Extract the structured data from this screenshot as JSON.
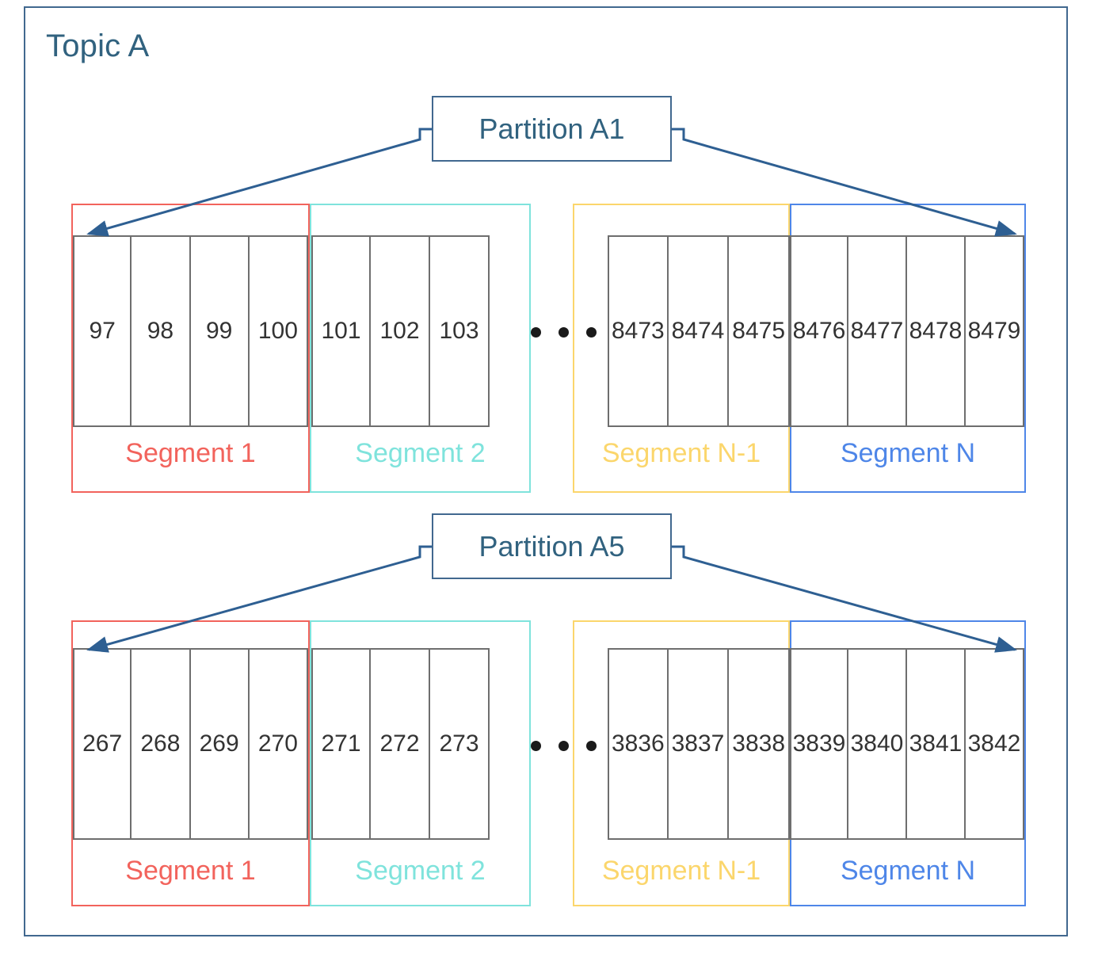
{
  "topic": {
    "title": "Topic A",
    "border_color": "#41688f",
    "title_color": "#31627f"
  },
  "colors": {
    "segment_1": "#f2635c",
    "segment_2": "#7fe3dc",
    "segment_n_minus_1": "#fbd66c",
    "segment_n": "#4e86e8",
    "cell_border": "#6e6e6e",
    "cell_text": "#333333",
    "connector": "#2e5f92",
    "dot": "#1a1a1a"
  },
  "ellipsis": {
    "dots": 3
  },
  "partitions": [
    {
      "label": "Partition A1",
      "segments": [
        {
          "name": "Segment 1",
          "color_key": "segment_1",
          "color": "#f2635c",
          "messages": [
            "97",
            "98",
            "99",
            "100"
          ]
        },
        {
          "name": "Segment 2",
          "color_key": "segment_2",
          "color": "#7fe3dc",
          "messages": [
            "101",
            "102",
            "103"
          ]
        },
        {
          "name": "Segment N-1",
          "color_key": "segment_n_minus_1",
          "color": "#fbd66c",
          "messages": [
            "8473",
            "8474",
            "8475"
          ]
        },
        {
          "name": "Segment N",
          "color_key": "segment_n",
          "color": "#4e86e8",
          "messages": [
            "8476",
            "8477",
            "8478",
            "8479"
          ]
        }
      ]
    },
    {
      "label": "Partition A5",
      "segments": [
        {
          "name": "Segment 1",
          "color_key": "segment_1",
          "color": "#f2635c",
          "messages": [
            "267",
            "268",
            "269",
            "270"
          ]
        },
        {
          "name": "Segment 2",
          "color_key": "segment_2",
          "color": "#7fe3dc",
          "messages": [
            "271",
            "272",
            "273"
          ]
        },
        {
          "name": "Segment N-1",
          "color_key": "segment_n_minus_1",
          "color": "#fbd66c",
          "messages": [
            "3836",
            "3837",
            "3838"
          ]
        },
        {
          "name": "Segment N",
          "color_key": "segment_n",
          "color": "#4e86e8",
          "messages": [
            "3839",
            "3840",
            "3841",
            "3842"
          ]
        }
      ]
    }
  ]
}
